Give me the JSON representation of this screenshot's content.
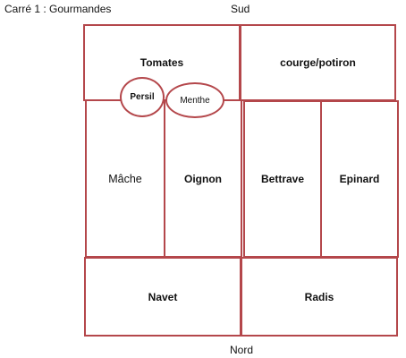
{
  "plan": {
    "title": "Carré 1 : Gourmandes",
    "top_label": "Sud",
    "bottom_label": "Nord",
    "accent_color": "#b4474b"
  },
  "beds": {
    "tomates": "Tomates",
    "courge": "courge/potiron",
    "mache": "Mâche",
    "oignon": "Oignon",
    "bettrave": "Bettrave",
    "epinard": "Epinard",
    "navet": "Navet",
    "radis": "Radis"
  },
  "herbs": {
    "persil": "Persil",
    "menthe": "Menthe"
  }
}
